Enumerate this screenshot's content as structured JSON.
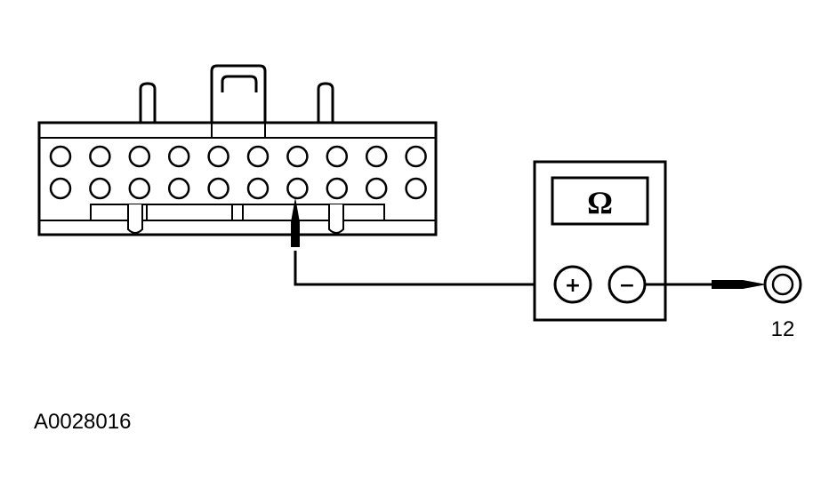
{
  "meter": {
    "display_symbol": "Ω",
    "plus_symbol": "+",
    "minus_symbol": "−"
  },
  "ground": {
    "label": "12"
  },
  "figure": {
    "id": "A0028016"
  },
  "connector": {
    "rows": 2,
    "pins_per_row": 10,
    "probed_pin": {
      "row": 2,
      "position": 7
    }
  }
}
